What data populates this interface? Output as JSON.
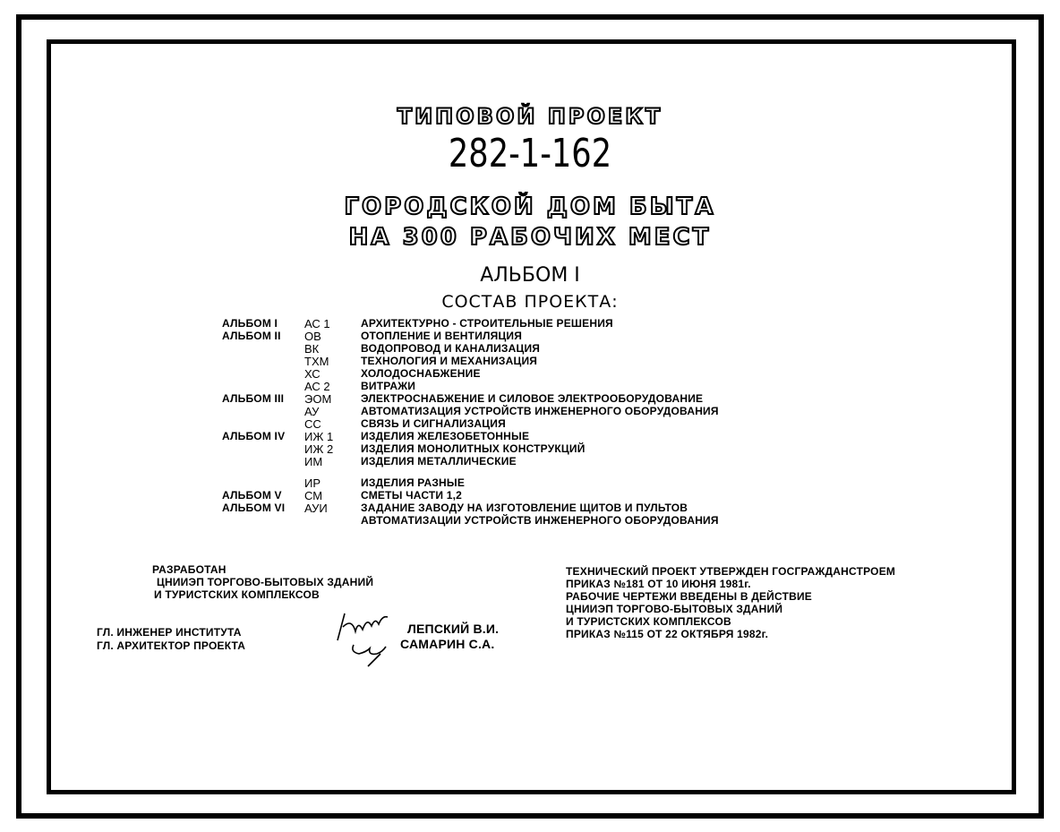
{
  "header": {
    "series": "ТИПОВОЙ ПРОЕКТ",
    "number": "282-1-162",
    "title_line1": "ГОРОДСКОЙ ДОМ БЫТА",
    "title_line2": "НА 300 РАБОЧИХ МЕСТ",
    "album": "АЛЬБОМ I",
    "contents_heading": "СОСТАВ ПРОЕКТА:"
  },
  "contents": [
    {
      "album": "АЛЬБОМ I",
      "code": "АС 1",
      "desc": "АРХИТЕКТУРНО - СТРОИТЕЛЬНЫЕ   РЕШЕНИЯ"
    },
    {
      "album": "АЛЬБОМ II",
      "code": "ОВ",
      "desc": "ОТОПЛЕНИЕ И ВЕНТИЛЯЦИЯ"
    },
    {
      "album": "",
      "code": "ВК",
      "desc": "ВОДОПРОВОД И КАНАЛИЗАЦИЯ"
    },
    {
      "album": "",
      "code": "ТХМ",
      "desc": "ТЕХНОЛОГИЯ  И  МЕХАНИЗАЦИЯ"
    },
    {
      "album": "",
      "code": "ХС",
      "desc": "ХОЛОДОСНАБЖЕНИЕ"
    },
    {
      "album": "",
      "code": "АС 2",
      "desc": "ВИТРАЖИ"
    },
    {
      "album": "АЛЬБОМ III",
      "code": "ЭОМ",
      "desc": "ЭЛЕКТРОСНАБЖЕНИЕ И СИЛОВОЕ  ЭЛЕКТРООБОРУДОВАНИЕ"
    },
    {
      "album": "",
      "code": "АУ",
      "desc": "АВТОМАТИЗАЦИЯ  УСТРОЙСТВ ИНЖЕНЕРНОГО  ОБОРУДОВАНИЯ"
    },
    {
      "album": "",
      "code": "СС",
      "desc": "СВЯЗЬ И СИГНАЛИЗАЦИЯ"
    },
    {
      "album": "АЛЬБОМ IV",
      "code": "ИЖ 1",
      "desc": "ИЗДЕЛИЯ  ЖЕЛЕЗОБЕТОННЫЕ"
    },
    {
      "album": "",
      "code": "ИЖ 2",
      "desc": "ИЗДЕЛИЯ  МОНОЛИТНЫХ  КОНСТРУКЦИЙ"
    },
    {
      "album": "",
      "code": "ИМ",
      "desc": "ИЗДЕЛИЯ  МЕТАЛЛИЧЕСКИЕ"
    },
    {
      "album": "",
      "code": "ИР",
      "desc": "ИЗДЕЛИЯ  РАЗНЫЕ"
    },
    {
      "album": "АЛЬБОМ V",
      "code": "СМ",
      "desc": "СМЕТЫ   ЧАСТИ 1,2"
    },
    {
      "album": "АЛЬБОМ VI",
      "code": "АУИ",
      "desc": "ЗАДАНИЕ ЗАВОДУ НА ИЗГОТОВЛЕНИЕ ЩИТОВ И ПУЛЬТОВ"
    },
    {
      "album": "",
      "code": "",
      "desc": "АВТОМАТИЗАЦИИ УСТРОЙСТВ ИНЖЕНЕРНОГО ОБОРУДОВАНИЯ"
    }
  ],
  "developer": {
    "label": "РАЗРАБОТАН",
    "org_line1": "ЦНИИЭП  ТОРГОВО-БЫТОВЫХ ЗДАНИЙ",
    "org_line2": "И  ТУРИСТСКИХ  КОМПЛЕКСОВ",
    "role1": "ГЛ. ИНЖЕНЕР  ИНСТИТУТА",
    "role2": "ГЛ. АРХИТЕКТОР   ПРОЕКТА",
    "name1": "ЛЕПСКИЙ  В.И.",
    "name2": "САМАРИН  С.А."
  },
  "approval": [
    "ТЕХНИЧЕСКИЙ   ПРОЕКТ УТВЕРЖДЕН  ГОСГРАЖДАНСТРОЕМ",
    "ПРИКАЗ №181   ОТ   10  ИЮНЯ  1981г.",
    "РАБОЧИЕ  ЧЕРТЕЖИ  ВВЕДЕНЫ  В  ДЕЙСТВИЕ",
    "ЦНИИЭП ТОРГОВО-БЫТОВЫХ ЗДАНИЙ",
    "И  ТУРИСТСКИХ  КОМПЛЕКСОВ",
    "ПРИКАЗ №115 ОТ 22 ОКТЯБРЯ  1982г."
  ]
}
